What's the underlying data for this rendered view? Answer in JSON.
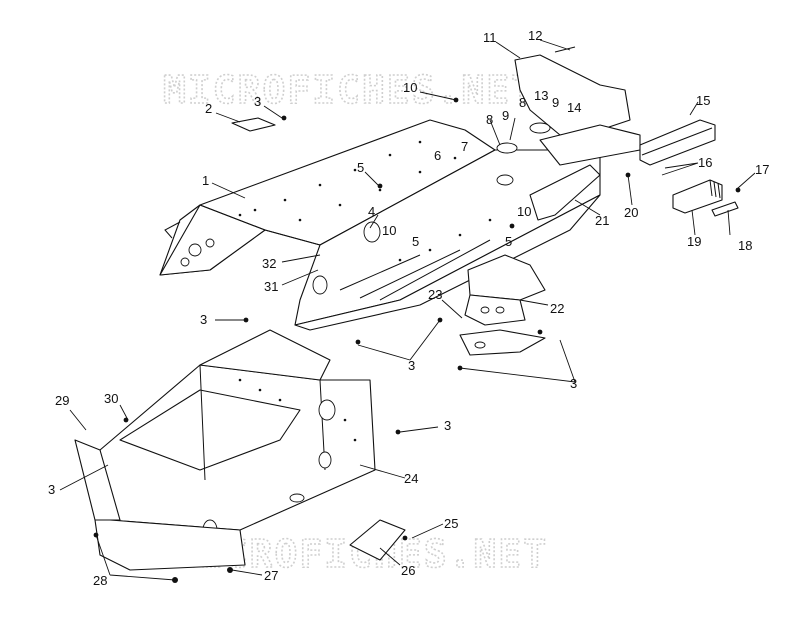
{
  "watermark": "MICROFICHES.NET",
  "callouts": {
    "c1": "1",
    "c2": "2",
    "c3a": "3",
    "c3b": "3",
    "c3c": "3",
    "c3d": "3",
    "c3e": "3",
    "c3f": "3",
    "c4": "4",
    "c5a": "5",
    "c5b": "5",
    "c5c": "5",
    "c6": "6",
    "c7": "7",
    "c8a": "8",
    "c8b": "8",
    "c9a": "9",
    "c9b": "9",
    "c10a": "10",
    "c10b": "10",
    "c10c": "10",
    "c11": "11",
    "c12": "12",
    "c13": "13",
    "c14": "14",
    "c15": "15",
    "c16": "16",
    "c17": "17",
    "c18": "18",
    "c19": "19",
    "c20": "20",
    "c21": "21",
    "c22": "22",
    "c23": "23",
    "c24": "24",
    "c25": "25",
    "c26": "26",
    "c27": "27",
    "c28": "28",
    "c29": "29",
    "c30": "30",
    "c31": "31",
    "c32": "32"
  }
}
